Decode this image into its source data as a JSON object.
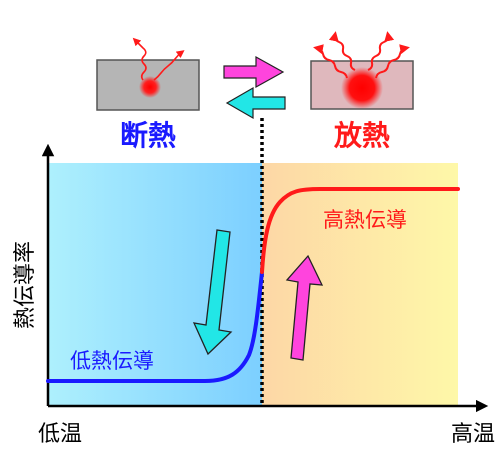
{
  "top": {
    "left_label": "断熱",
    "right_label": "放熱"
  },
  "axes": {
    "ylabel": "熱伝導率",
    "x_low": "低温",
    "x_high": "高温"
  },
  "curve_labels": {
    "low": "低熱伝導",
    "high": "高熱伝導"
  },
  "colors": {
    "low_state_blue": "#1a1aff",
    "high_state_red": "#ff1a1a",
    "left_region": "#87dcff",
    "right_region": "#ffe89a",
    "arrow_cyan": "#22e6e6",
    "arrow_magenta": "#ff44dd",
    "block_fill": "#b5b5b5",
    "block_fill_hot": "#e0b8bd"
  }
}
